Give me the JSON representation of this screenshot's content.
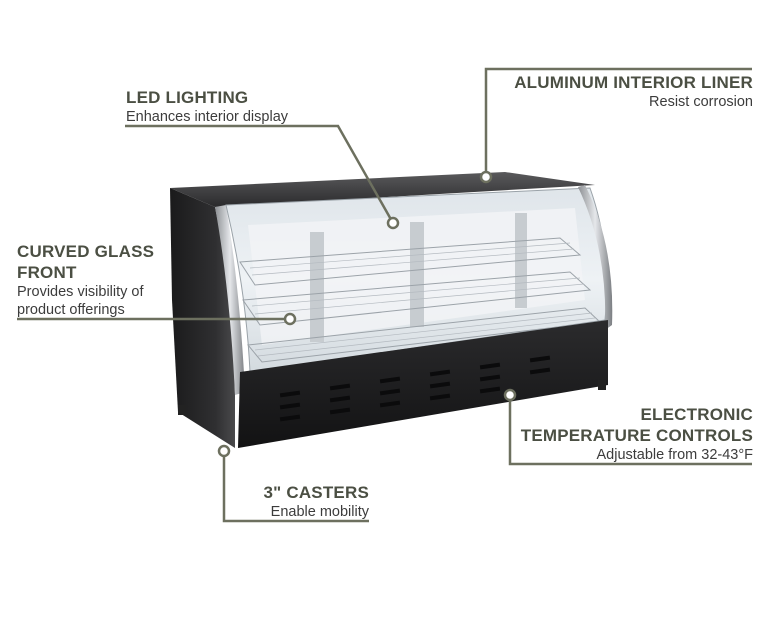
{
  "callouts": {
    "led_lighting": {
      "title": "LED LIGHTING",
      "desc": "Enhances interior display"
    },
    "aluminum_liner": {
      "title": "ALUMINUM INTERIOR LINER",
      "desc": "Resist corrosion"
    },
    "curved_glass": {
      "title_line1": "CURVED GLASS",
      "title_line2": "FRONT",
      "desc_line1": "Provides visibility of",
      "desc_line2": "product offerings"
    },
    "temperature_controls": {
      "title_line1": "ELECTRONIC",
      "title_line2": "TEMPERATURE CONTROLS",
      "desc": "Adjustable from 32-43°F"
    },
    "casters": {
      "title": "3\" CASTERS",
      "desc": "Enable mobility"
    }
  },
  "colors": {
    "accent": "#6d705f",
    "cabinet": "#1c1c1e",
    "glass": "#e9eef2"
  }
}
